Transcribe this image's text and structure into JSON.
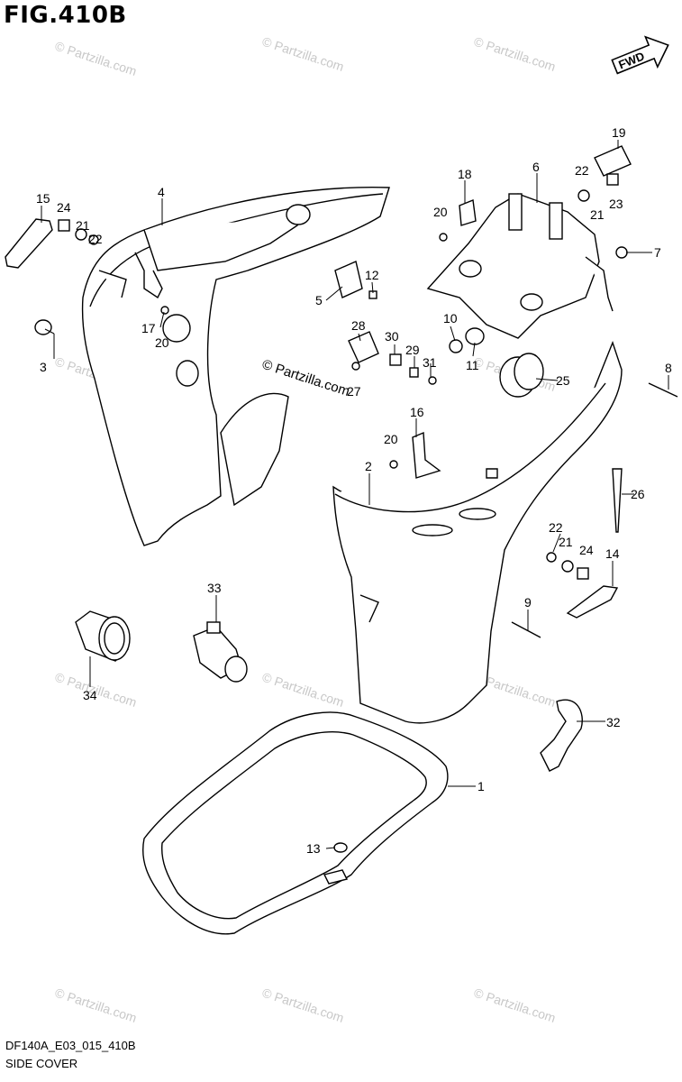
{
  "figure": {
    "title": "FIG.410B",
    "code": "DF140A_E03_015_410B",
    "name": "SIDE COVER",
    "direction_label": "FWD"
  },
  "watermark": "© Partzilla.com",
  "callouts": [
    "1",
    "2",
    "3",
    "4",
    "5",
    "6",
    "7",
    "8",
    "9",
    "10",
    "11",
    "12",
    "13",
    "14",
    "15",
    "16",
    "17",
    "18",
    "19",
    "20",
    "20",
    "20",
    "21",
    "21",
    "21",
    "22",
    "22",
    "22",
    "23",
    "24",
    "24",
    "25",
    "26",
    "27",
    "28",
    "29",
    "30",
    "31",
    "32",
    "33",
    "34"
  ],
  "colors": {
    "ink": "#000000",
    "paper": "#ffffff",
    "watermark": "#c8c8c8"
  }
}
